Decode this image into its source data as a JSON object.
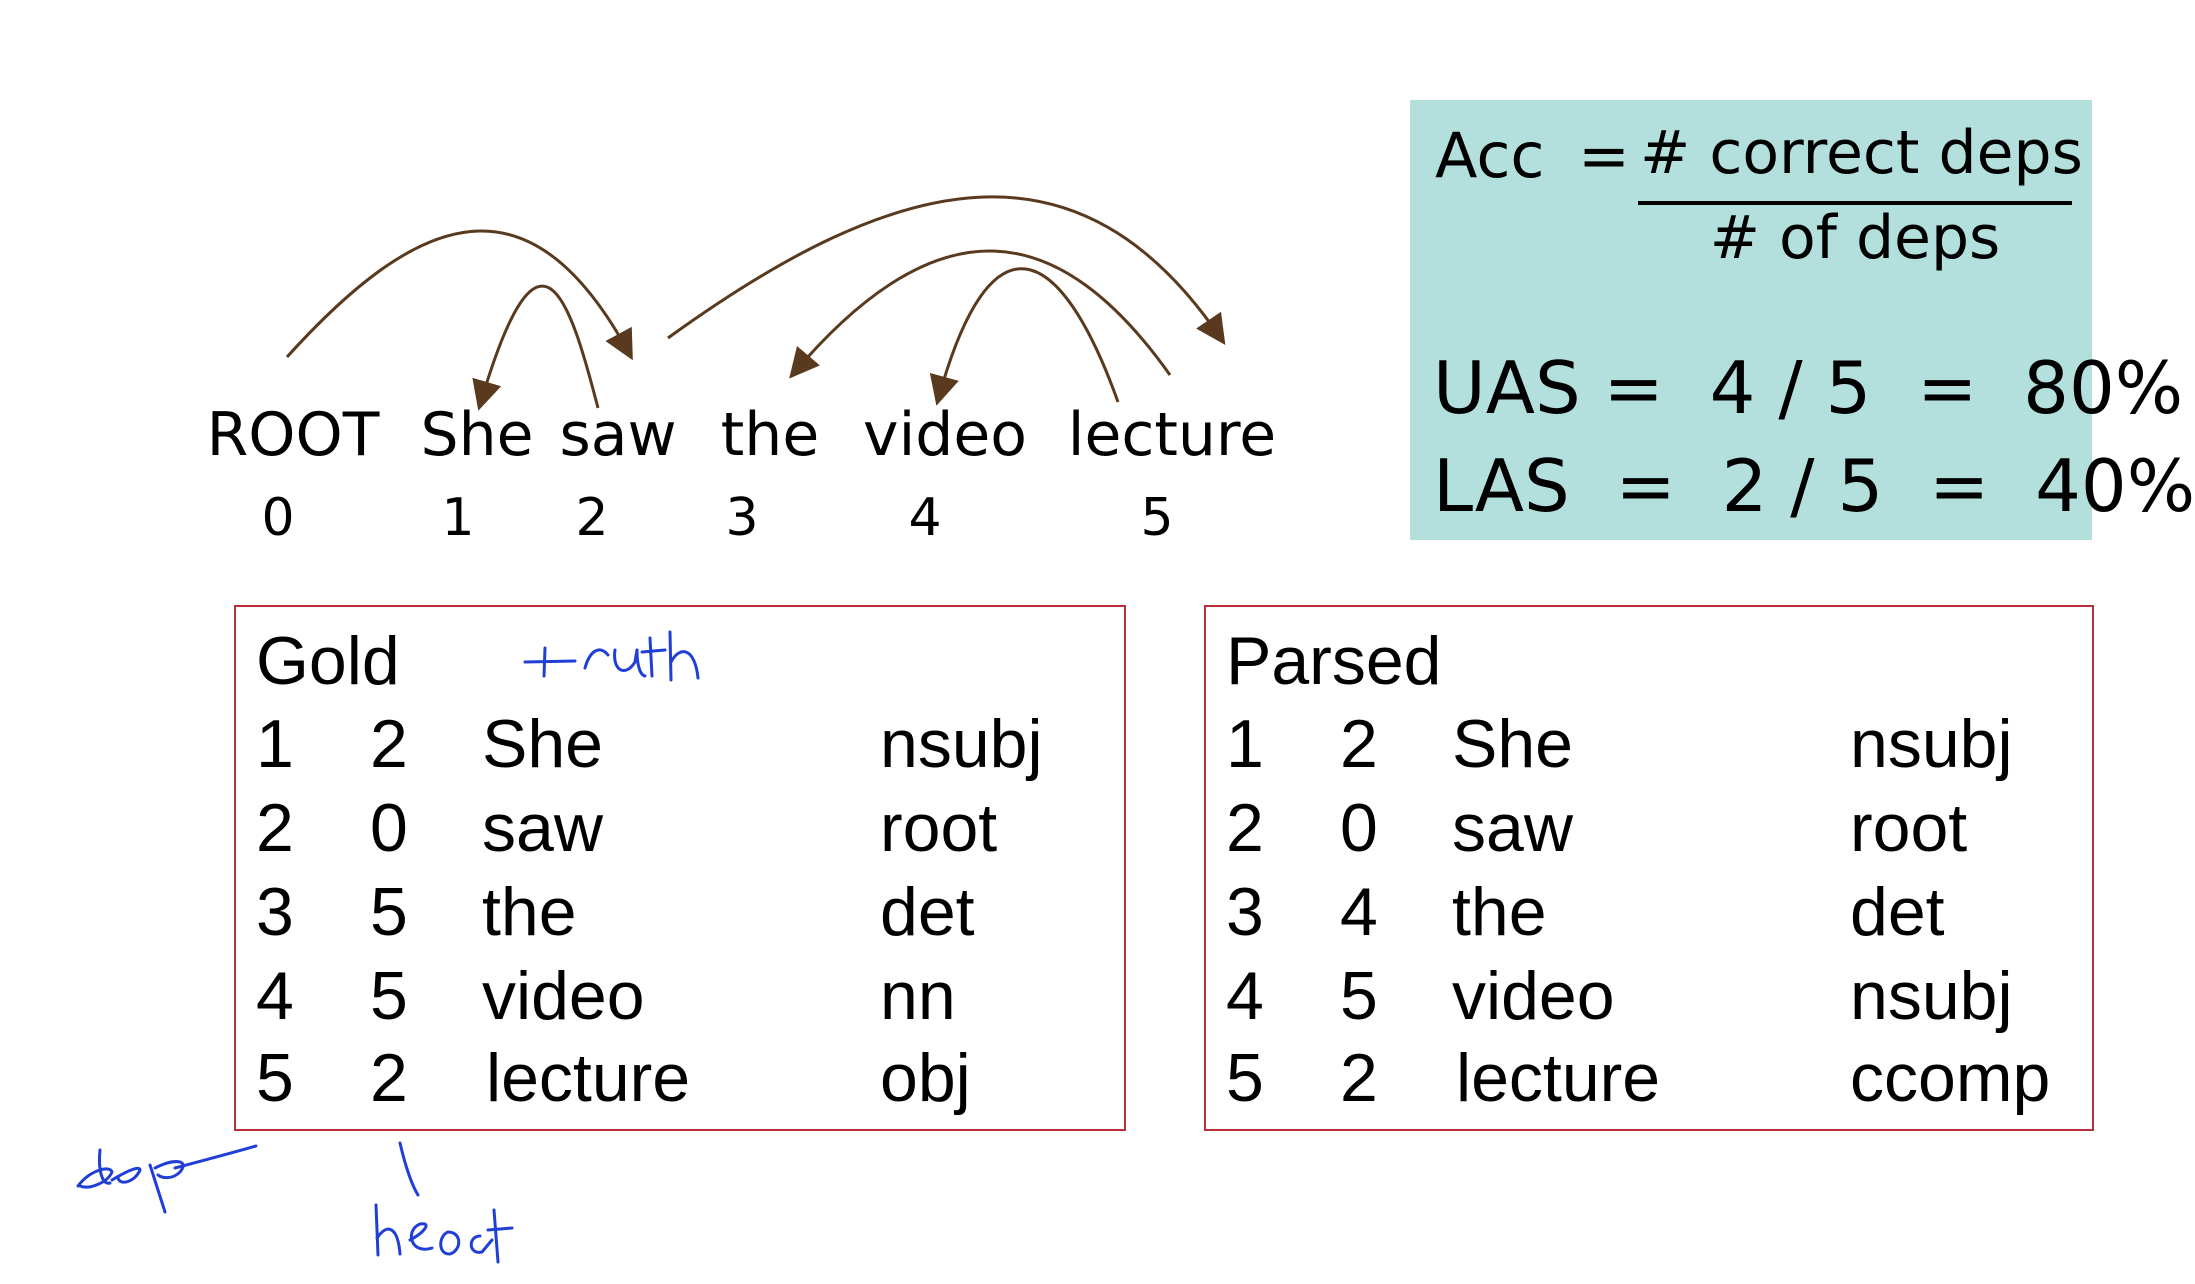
{
  "sentence": {
    "words": [
      {
        "text": "ROOT",
        "index": "0"
      },
      {
        "text": "She",
        "index": "1"
      },
      {
        "text": "saw",
        "index": "2"
      },
      {
        "text": "the",
        "index": "3"
      },
      {
        "text": "video",
        "index": "4"
      },
      {
        "text": "lecture",
        "index": "5"
      }
    ]
  },
  "metrics": {
    "acc_label": "Acc",
    "acc_equals": "=",
    "numerator": "# correct deps",
    "denominator": "# of deps",
    "uas": "UAS =  4 / 5  =  80%",
    "las": "LAS  =  2 / 5  =  40%"
  },
  "gold": {
    "title": "Gold",
    "rows": [
      [
        "1",
        "2",
        "She",
        "nsubj"
      ],
      [
        "2",
        "0",
        "saw",
        "root"
      ],
      [
        "3",
        "5",
        "the",
        "det"
      ],
      [
        "4",
        "5",
        "video",
        "nn"
      ],
      [
        "5",
        "2",
        "lecture",
        "obj"
      ]
    ]
  },
  "parsed": {
    "title": "Parsed",
    "rows": [
      [
        "1",
        "2",
        "She",
        "nsubj"
      ],
      [
        "2",
        "0",
        "saw",
        "root"
      ],
      [
        "3",
        "4",
        "the",
        "det"
      ],
      [
        "4",
        "5",
        "video",
        "nsubj"
      ],
      [
        "5",
        "2",
        "lecture",
        "ccomp"
      ]
    ]
  },
  "annotations": {
    "truth": "truth",
    "dep": "dep",
    "head": "head"
  },
  "colors": {
    "arc": "#5a3a1e",
    "box_border": "#b8323a",
    "metric_bg": "#b3e0dd",
    "ink": "#1f3fd6"
  }
}
